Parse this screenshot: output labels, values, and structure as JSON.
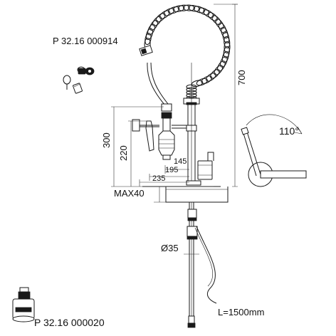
{
  "labels": {
    "part_top": "P 32.16 000914",
    "part_bottom": "P 32.16 000020",
    "dim_height_total": "700",
    "dim_300": "300",
    "dim_220": "220",
    "dim_145": "145",
    "dim_195": "195",
    "dim_235": "235",
    "dim_max40": "MAX40",
    "dim_diameter": "Ø35",
    "dim_hose_length": "L=1500mm",
    "dim_angle": "110°"
  },
  "icons": {
    "spring": "coil-spring-icon",
    "cartridge": "valve-cartridge-icon",
    "nozzle": "spray-nozzle-icon"
  },
  "colors": {
    "line": "#1a1a1a",
    "shade": "#c8c8c8",
    "background": "#ffffff"
  }
}
